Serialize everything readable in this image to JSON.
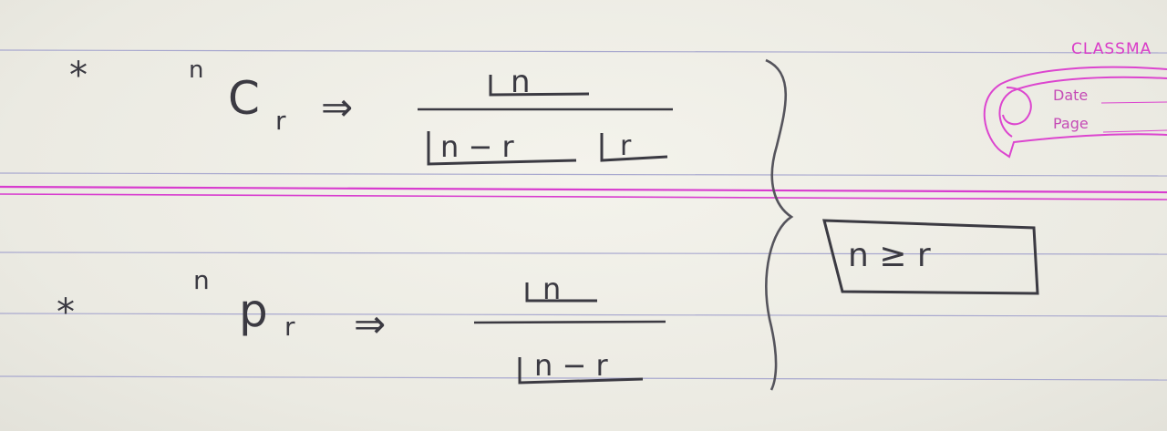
{
  "notebook": {
    "brand": "CLASSMA",
    "date_label": "Date",
    "page_label": "Page",
    "brand_color": "#d93bc8",
    "margin_line_color": "#d83ccf",
    "ruling_color": "#a9a9cf",
    "ink_color": "#3b3a42"
  },
  "formulas": [
    {
      "bullet": "*",
      "symbol": "C",
      "superscript": "n",
      "subscript": "r",
      "arrow": "⇒",
      "numerator": "n",
      "denominator": [
        "n − r",
        "r"
      ]
    },
    {
      "bullet": "*",
      "symbol": "p",
      "superscript": "n",
      "subscript": "r",
      "arrow": "⇒",
      "numerator": "n",
      "denominator": [
        "n − r"
      ]
    }
  ],
  "condition": {
    "text": "n ≥ r"
  }
}
